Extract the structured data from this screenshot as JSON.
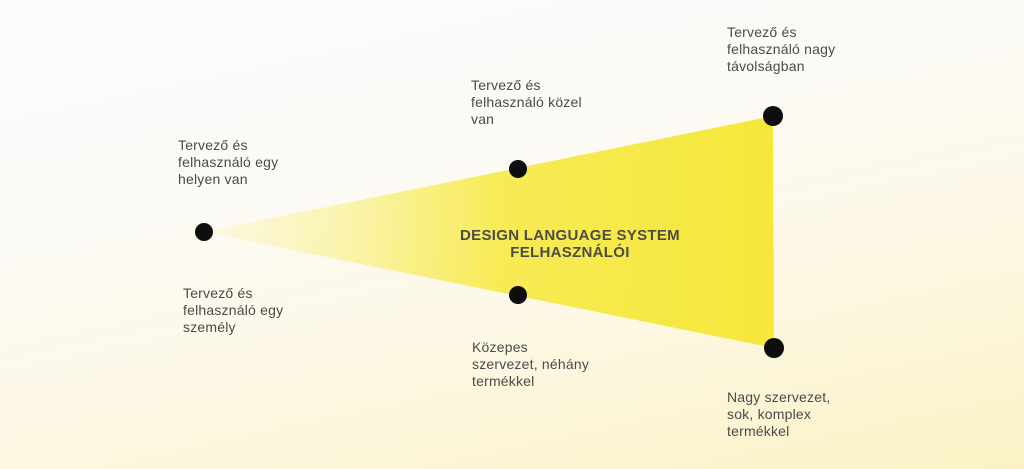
{
  "colors": {
    "background_top": "#fbfbfe",
    "background_bottom": "#fbf1c5",
    "funnel_yellow": "#f6e73a",
    "dot_black": "#0e0e0e",
    "text_gray": "#4a4a4a"
  },
  "diagram": {
    "title": "DESIGN LANGUAGE SYSTEM FELHASZNÁLÓI",
    "labels": {
      "left_top": {
        "lines": [
          "Tervező és",
          "felhasználó egy",
          "helyen van"
        ]
      },
      "left_bottom": {
        "lines": [
          "Tervező és",
          "felhasználó egy",
          "személy"
        ]
      },
      "middle_top": {
        "lines": [
          "Tervező és",
          "felhasználó közel",
          "van"
        ]
      },
      "middle_bottom": {
        "lines": [
          "Közepes",
          "szervezet, néhány",
          "termékkel"
        ]
      },
      "right_top": {
        "lines": [
          "Tervező és",
          "felhasználó nagy",
          "távolságban"
        ]
      },
      "right_bottom": {
        "lines": [
          "Nagy szervezet,",
          "sok, komplex",
          "termékkel"
        ]
      }
    }
  }
}
